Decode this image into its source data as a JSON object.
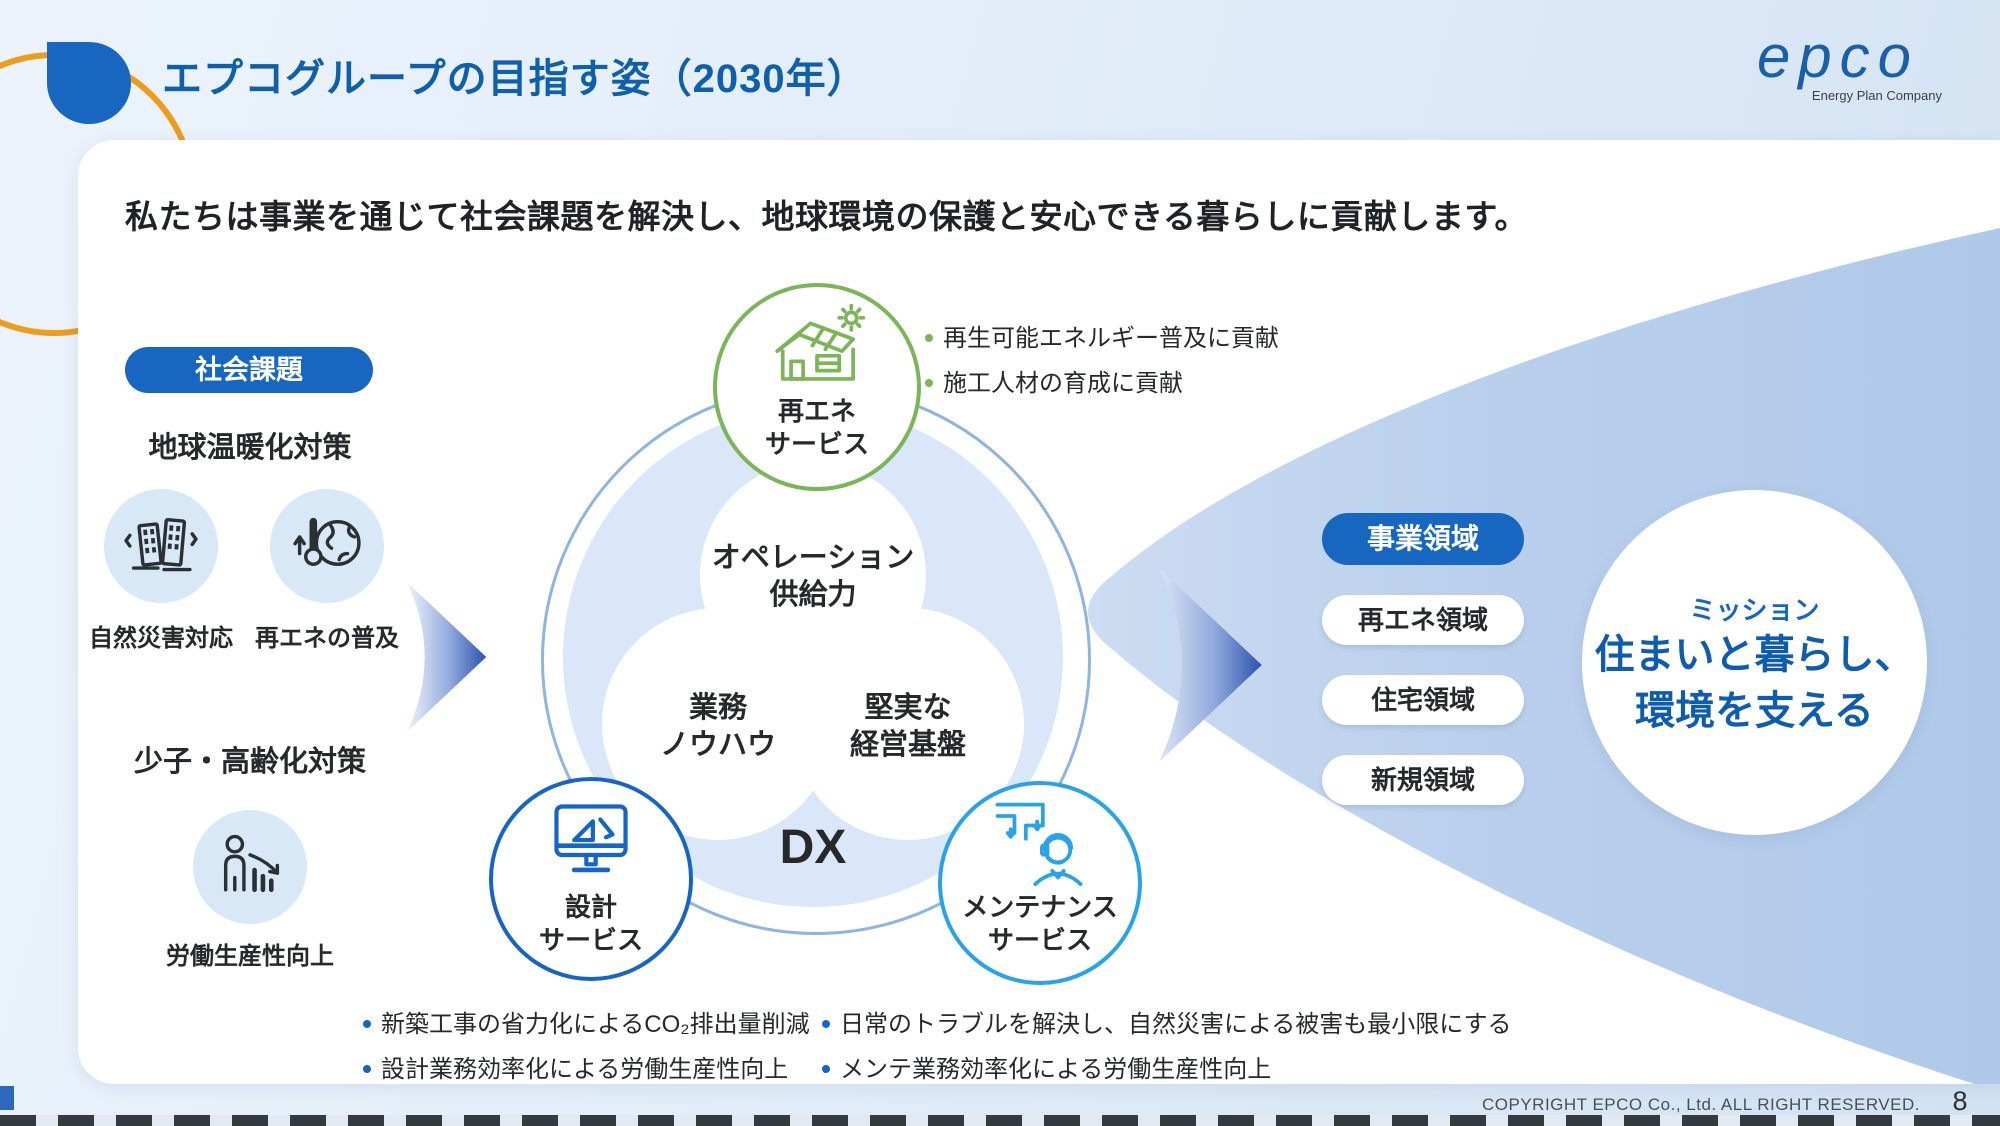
{
  "slide": {
    "title": "エプコグループの目指す姿（2030年）",
    "statement": "私たちは事業を通じて社会課題を解決し、地球環境の保護と安心できる暮らしに貢献します。",
    "copyright": "COPYRIGHT EPCO Co., Ltd. ALL RIGHT RESERVED.",
    "page_number": "8"
  },
  "logo": {
    "wordmark": "epco",
    "tagline": "Energy Plan Company"
  },
  "social_issues": {
    "badge": "社会課題",
    "warming": {
      "heading": "地球温暖化対策",
      "items": [
        {
          "icon": "earthquake-buildings-icon",
          "label": "自然災害対応"
        },
        {
          "icon": "thermometer-globe-icon",
          "label": "再エネの普及"
        }
      ]
    },
    "aging": {
      "heading": "少子・高齢化対策",
      "items": [
        {
          "icon": "person-declining-chart-icon",
          "label": "労働生産性向上"
        }
      ]
    }
  },
  "center": {
    "strengths": {
      "top": [
        "オペレーション",
        "供給力"
      ],
      "left": [
        "業務",
        "ノウハウ"
      ],
      "right": [
        "堅実な",
        "経営基盤"
      ],
      "dx": "DX"
    },
    "renewable_service": {
      "icon": "solar-house-icon",
      "label": [
        "再エネ",
        "サービス"
      ],
      "bullets": [
        "再生可能エネルギー普及に貢献",
        "施工人材の育成に貢献"
      ]
    },
    "design_service": {
      "icon": "cad-monitor-icon",
      "label": [
        "設計",
        "サービス"
      ],
      "bullets": [
        "新築工事の省力化によるCO₂排出量削減",
        "設計業務効率化による労働生産性向上"
      ]
    },
    "maintenance_service": {
      "icon": "support-operator-icon",
      "label": [
        "メンテナンス",
        "サービス"
      ],
      "bullets": [
        "日常のトラブルを解決し、自然災害による被害も最小限にする",
        "メンテ業務効率化による労働生産性向上"
      ]
    }
  },
  "business": {
    "badge": "事業領域",
    "areas": [
      "再エネ領域",
      "住宅領域",
      "新規領域"
    ]
  },
  "mission": {
    "label": "ミッション",
    "lines": [
      "住まいと暮らし、",
      "環境を支える"
    ]
  },
  "colors": {
    "title_blue": "#0e5fac",
    "badge_blue": "#1766c0",
    "green": "#7cb558",
    "cyan": "#29a3e8",
    "funnel_blue": "#b4cbe9",
    "orange": "#ee9c1c"
  }
}
